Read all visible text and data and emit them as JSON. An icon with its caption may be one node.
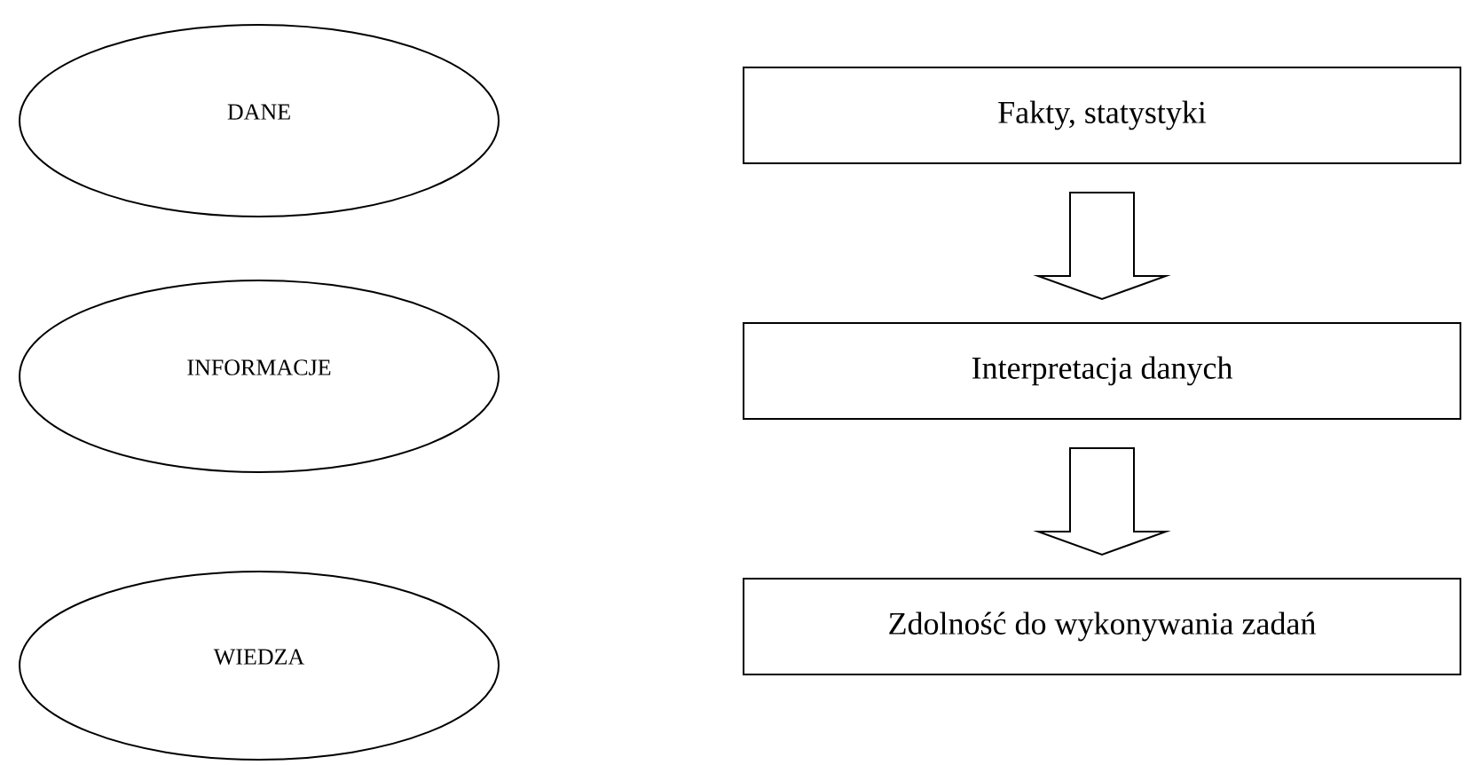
{
  "diagram": {
    "nodes": [
      {
        "text": [
          "DANE"
        ]
      },
      {
        "text": [
          "INFORMACJE"
        ]
      },
      {
        "text": [
          "WIEDZA"
        ]
      },
      {
        "text": [
          "Fakty, statystyki"
        ]
      },
      {
        "text": [
          "Interpretacja danych"
        ]
      },
      {
        "text": [
          "Zdolność do wykonywania zadań"
        ]
      }
    ],
    "edges": [
      {
        "from": 3,
        "to": 4,
        "arrow": "to"
      },
      {
        "from": 4,
        "to": 5,
        "arrow": "to"
      }
    ]
  }
}
